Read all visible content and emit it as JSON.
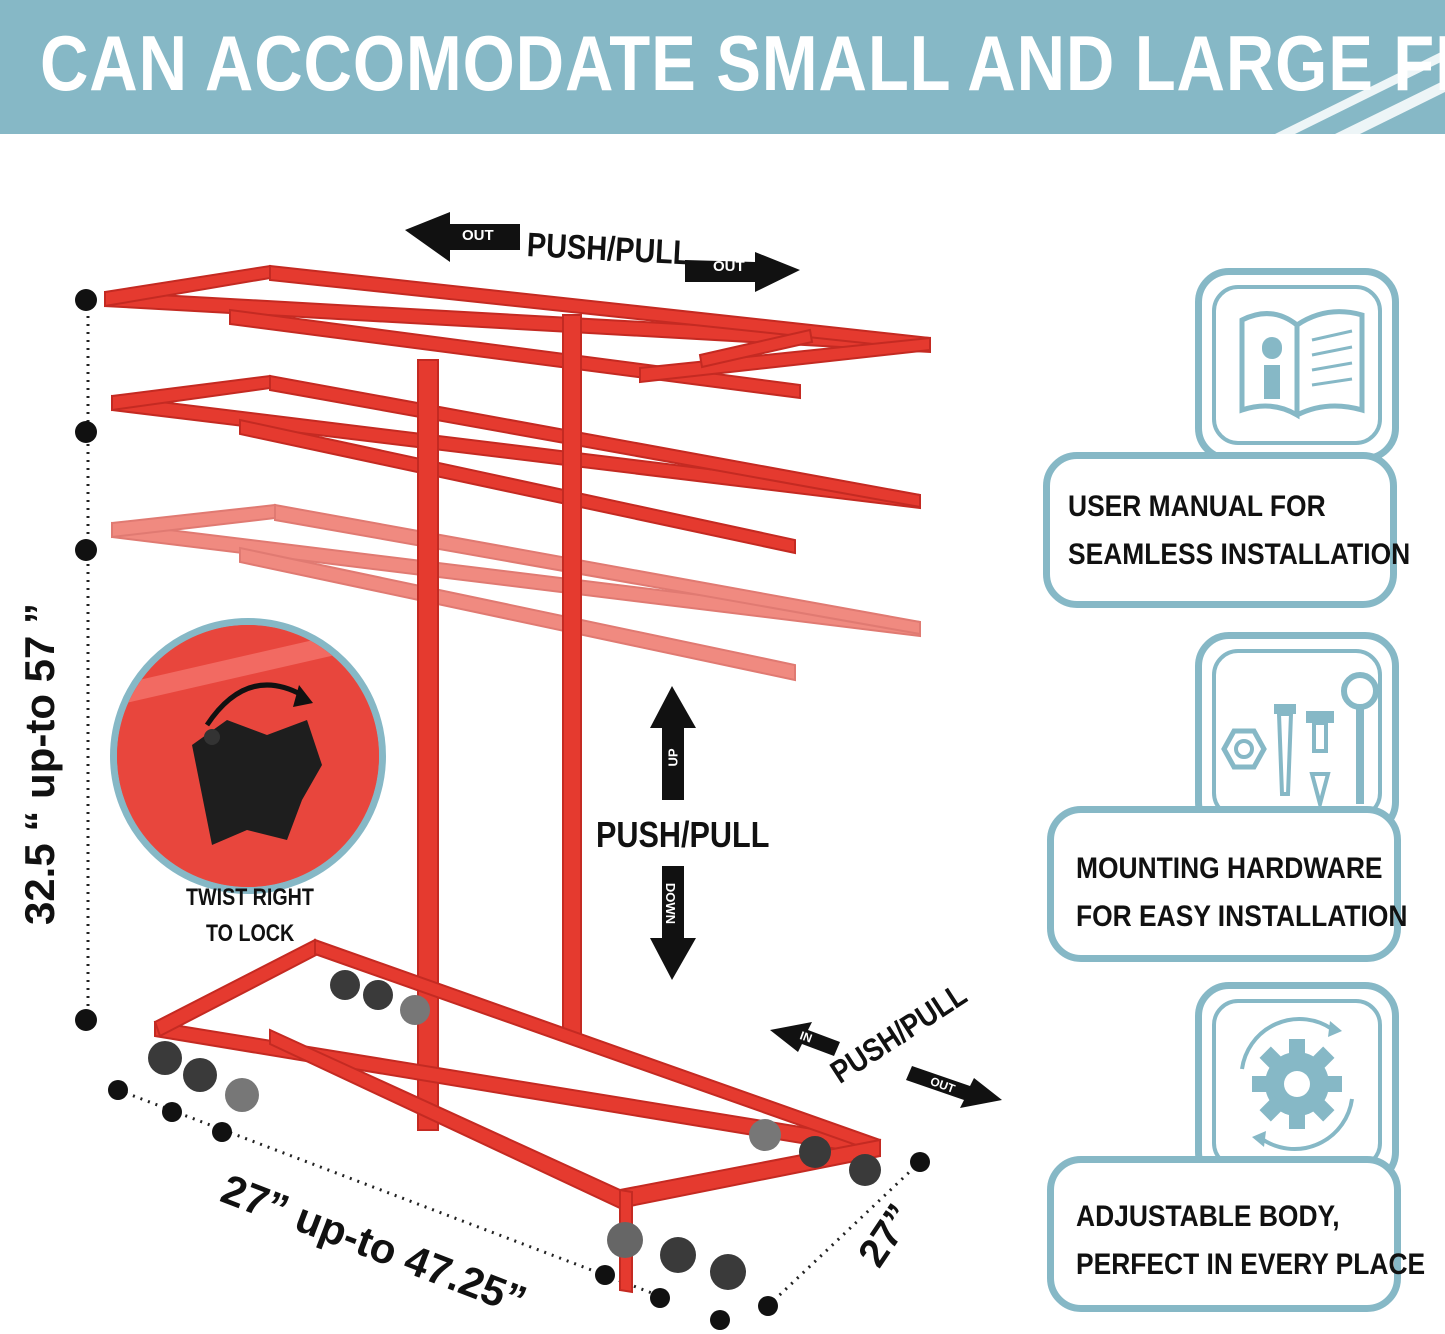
{
  "banner": {
    "title": "CAN ACCOMODATE SMALL AND LARGE FILES"
  },
  "colors": {
    "accent": "#86b8c6",
    "frame": "#e53a2f",
    "text": "#111111"
  },
  "arrows": {
    "top": {
      "label": "PUSH/PULL",
      "left_tag": "OUT",
      "right_tag": "OUT"
    },
    "vertical": {
      "label": "PUSH/PULL",
      "up_tag": "UP",
      "down_tag": "DOWN"
    },
    "base": {
      "label": "PUSH/PULL",
      "in_tag": "IN",
      "out_tag": "OUT"
    }
  },
  "dimensions": {
    "height": "32.5 “  up-to  57 ”",
    "length": "27”  up-to  47.25”",
    "depth": "27”"
  },
  "inset": {
    "caption_line1": "TWIST RIGHT",
    "caption_line2": "TO LOCK"
  },
  "features": [
    {
      "icon": "user-manual-icon",
      "line1": "USER MANUAL FOR",
      "line2": "SEAMLESS INSTALLATION"
    },
    {
      "icon": "hardware-icon",
      "line1": "MOUNTING HARDWARE",
      "line2": "FOR  EASY INSTALLATION"
    },
    {
      "icon": "gear-icon",
      "line1": "ADJUSTABLE BODY,",
      "line2": "PERFECT IN EVERY PLACE"
    }
  ]
}
